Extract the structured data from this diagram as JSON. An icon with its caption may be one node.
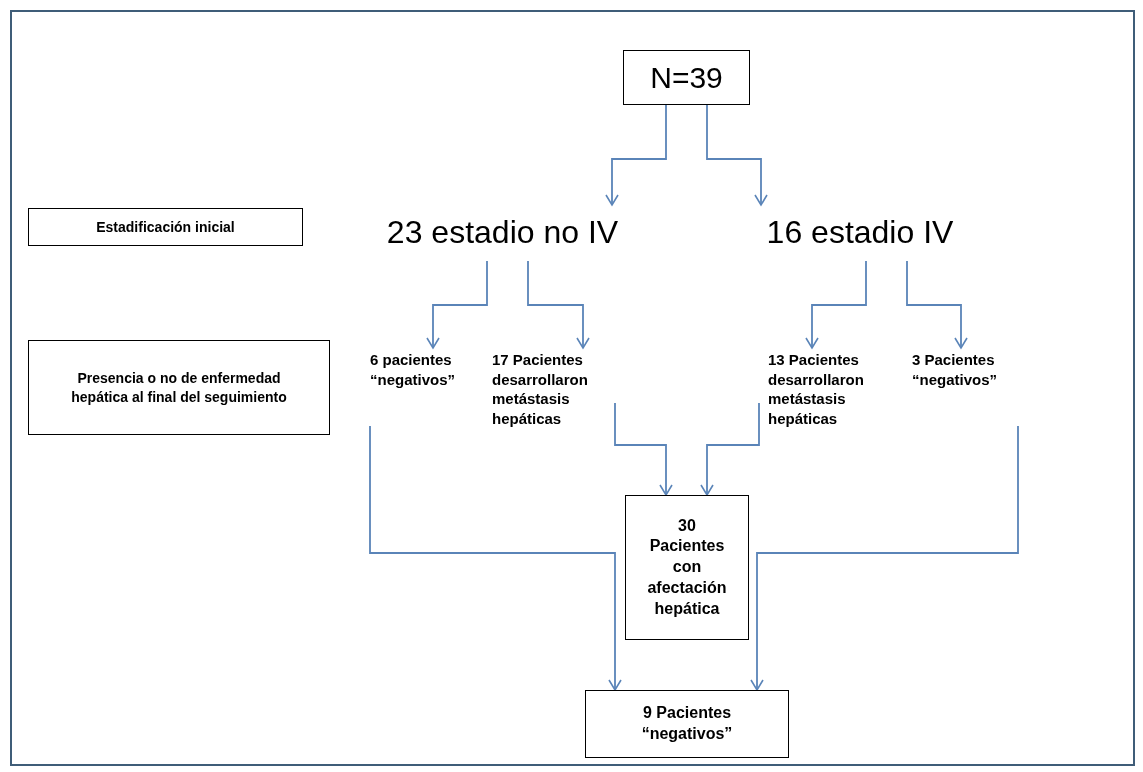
{
  "diagram": {
    "nodes": [
      {
        "text": [
          "N=39"
        ]
      },
      {
        "text": [
          "Estadificación inicial"
        ]
      },
      {
        "text": [
          "23 estadio no IV"
        ]
      },
      {
        "text": [
          "16 estadio IV"
        ]
      },
      {
        "text": [
          "Presencia o no de enfermedad hepática al final del seguimiento"
        ]
      },
      {
        "text": [
          "6 pacientes “negativos”"
        ]
      },
      {
        "text": [
          "17 Pacientes desarrollaron metástasis hepáticas"
        ]
      },
      {
        "text": [
          "13 Pacientes desarrollaron metástasis hepáticas"
        ]
      },
      {
        "text": [
          "3 Pacientes “negativos”"
        ]
      },
      {
        "text": [
          "30 Pacientes con afectación hepática"
        ]
      },
      {
        "text": [
          "9 Pacientes “negativos”"
        ]
      }
    ],
    "edges": [
      {
        "from": 0,
        "to": 2,
        "arrow": "to"
      },
      {
        "from": 0,
        "to": 3,
        "arrow": "to"
      },
      {
        "from": 2,
        "to": 5,
        "arrow": "to"
      },
      {
        "from": 2,
        "to": 6,
        "arrow": "to"
      },
      {
        "from": 3,
        "to": 7,
        "arrow": "to"
      },
      {
        "from": 3,
        "to": 8,
        "arrow": "to"
      },
      {
        "from": 6,
        "to": 9,
        "arrow": "to"
      },
      {
        "from": 7,
        "to": 9,
        "arrow": "to"
      },
      {
        "from": 5,
        "to": 10,
        "arrow": "to"
      },
      {
        "from": 8,
        "to": 10,
        "arrow": "to"
      }
    ]
  }
}
